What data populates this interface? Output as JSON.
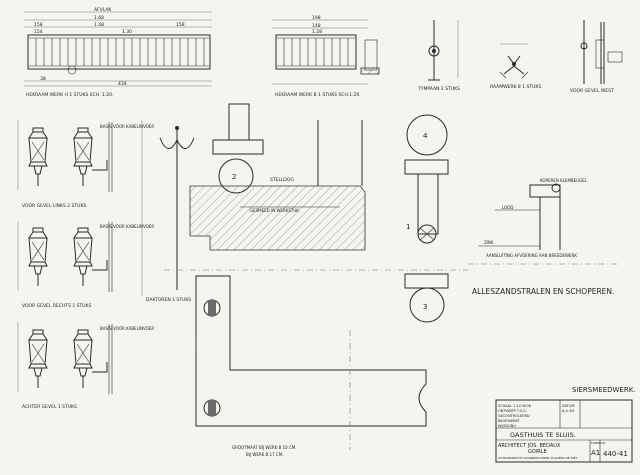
{
  "captions": {
    "railing_left": "HEKRAAM WERK H 1 STUKS  SCH. 1:20.",
    "railing_right": "HEKRAAM WERK B 1 STUKS SCH.1:20.",
    "tympaan": "TYMPAAN 1 STUKS",
    "bracket_small": "RAAMWERK 8 1 STUKS",
    "gevel_west": "VOOR GEVEL WEST",
    "lamp_1": "VOOR GEVEL LINKS 2 STUKS",
    "lamp_2": "VOOR GEVEL RECHTS 1 STUKS",
    "lamp_3": "ACHTER GEVEL 1 STUKS",
    "lamp_notes": [
      "BASIS VOOR KABELINVOER",
      "BASIS VOOR KABELINVOER",
      "BASIS VOOR KABELINVOER"
    ],
    "daktoren": "DAKTOREN 1 STUKS",
    "stelloog": "STELLOOG",
    "gesmeed_note": "GESMEED IN WERKSTUK",
    "koperen_note": "KOPEREN KLEMBEUGEL",
    "sluiting_note": "AANSLUITING AFVOERING AAN BREEDEWERK",
    "lood": "LOOD",
    "zink": "ZINK",
    "alleszand": "ALLESZANDSTRALEN EN SCHOPEREN.",
    "grootmaat": [
      "GROOTMAAT BIJ WERK B  10 CM.",
      "BIJ WERK B  17 CM."
    ]
  },
  "dimensions": {
    "top_left": [
      "AFVLAK",
      "1.68",
      "158",
      "1.48",
      "154",
      "158",
      "1.30",
      "38",
      "434"
    ],
    "top_right": [
      "198",
      "148",
      "1.28"
    ]
  },
  "markers": [
    "1",
    "2",
    "3",
    "4"
  ],
  "title_block": {
    "sheet_title": "SIERSMEEDWERK.",
    "project": "GASTHUIS TE SLUIS.",
    "architect": "ARCHITECT JOS. BEDAUX",
    "city": "GOIRLE",
    "subline": "AUTEURSRECHT VOORBEHOUDEN VOLGENS DE WET",
    "format_label": "FORMAAT",
    "format_value": "A1",
    "number": "440-41",
    "rows": [
      {
        "label": "SCHAAL 1:10 W.08",
        "value": "DATUM"
      },
      {
        "label": "ONTWERP T.O.S.",
        "value": "6-4-'63"
      },
      {
        "label": "GECONTROLEERD",
        "value": ""
      },
      {
        "label": "BIJGEWERKT",
        "value": ""
      },
      {
        "label": "WIJZIGING",
        "value": ""
      }
    ]
  }
}
